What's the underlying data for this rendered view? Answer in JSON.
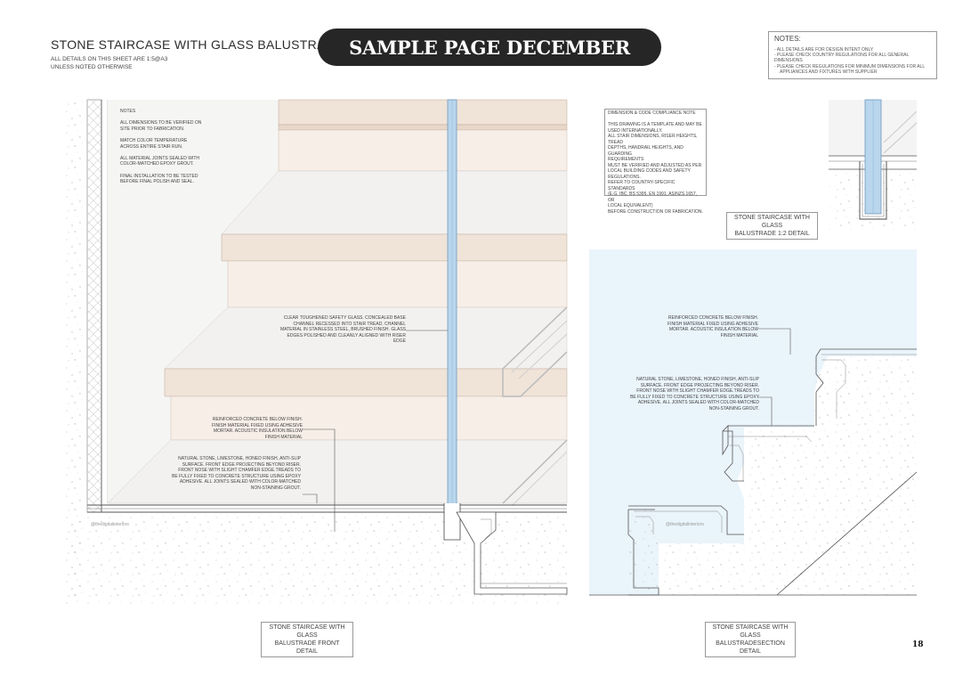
{
  "header": {
    "title": "STONE STAIRCASE WITH GLASS BALUSTRADE",
    "subtitle_lines": [
      "ALL DETAILS ON THIS SHEET ARE 1:5@A3",
      "UNLESS NOTED OTHERWISE"
    ],
    "banner": "SAMPLE PAGE DECEMBER"
  },
  "general_notes": {
    "title": "NOTES:",
    "lines": [
      "- ALL DETAILS ARE FOR DESIGN INTENT ONLY",
      "- PLEASE CHECK COUNTRY REGULATIONS FOR ALL GENERAL DIMENSIONS",
      "- PLEASE CHECK REGULATIONS FOR MINIMUM DIMENSIONS FOR ALL",
      "  APPLIANCES AND FIXTURES WITH SUPPLIER"
    ]
  },
  "front_detail": {
    "notes": "NOTES\n\nALL DIMENSIONS TO BE VERIFIED ON\nSITE PRIOR TO FABRICATION.\n\nMATCH COLOR TEMPERATURE\nACROSS ENTIRE STAIR RUN.\n\nALL MATERIAL JOINTS SEALED WITH\nCOLOR-MATCHED EPOXY GROUT.\n\nFINAL INSTALLATION TO BE TESTED\nBEFORE FINAL POLISH AND SEAL.",
    "glass_note": "CLEAR TOUGHENED SAFETY GLASS. CONCEALED BASE\nCHANNEL RECESSED INTO STAIR TREAD. CHANNEL\nMATERIAL IN STAINLESS STEEL, BRUSHED FINISH. GLASS\nEDGES POLISHED AND CLEANLY ALIGNED WITH RISER\nEDGE",
    "concrete_note": "REINFORCED CONCRETE BELOW FINISH.\nFINISH MATERIAL FIXED USING ADHESIVE\nMORTAR. ACOUSTIC INSULATION BELOW\nFINISH MATERIAL",
    "stone_note": "NATURAL STONE, LIMESTONE, HONED FINISH, ANTI-SLIP\nSURFACE. FRONT EDGE PROJECTING BEYOND RISER.\nFRONT NOSE WITH SLIGHT CHAMFER EDGE.TREADS TO\nBE FULLY FIXED TO CONCRETE STRUCTURE USING EPOXY\nADHESIVE. ALL JOINTS SEALED WITH COLOR-MATCHED\nNON-STAINING GROUT.",
    "watermark": "@thedigitalinteriors",
    "label": "STONE STAIRCASE WITH GLASS\nBALUSTRADE FRONT DETAIL"
  },
  "compliance_note": "DIMENSION & CODE COMPLIANCE NOTE\n\nTHIS DRAWING IS A TEMPLATE AND MAY BE\nUSED INTERNATIONALLY.\nALL STAIR DIMENSIONS, RISER HEIGHTS, TREAD\nDEPTHS, HANDRAIL HEIGHTS, AND GUARDING\nREQUIREMENTS\nMUST BE VERIFIED AND ADJUSTED AS PER\nLOCAL BUILDING CODES AND SAFETY\nREGULATIONS.\nREFER TO COUNTRY-SPECIFIC STANDARDS\n(E.G. IBC, BS 5395, EN 1991, AS/NZS 1657, OR\nLOCAL EQUIVALENT)\nBEFORE CONSTRUCTION OR FABRICATION.",
  "balustrade_detail": {
    "label": "STONE STAIRCASE WITH GLASS\nBALUSTRADE 1:2 DETAIL"
  },
  "section_detail": {
    "concrete_note": "REINFORCED CONCRETE BELOW FINISH.\nFINISH MATERIAL FIXED USING ADHESIVE\nMORTAR. ACOUSTIC INSULATION BELOW\nFINISH MATERIAL",
    "stone_note": "NATURAL STONE, LIMESTONE, HONED FINISH, ANTI-SLIP\nSURFACE. FRONT EDGE PROJECTING BEYOND RISER.\nFRONT NOSE WITH SLIGHT CHAMFER EDGE.TREADS TO\nBE FULLY FIXED TO CONCRETE STRUCTURE USING EPOXY\nADHESIVE. ALL JOINTS SEALED WITH COLOR-MATCHED\nNON-STAINING GROUT.",
    "watermark": "@thedigitalinteriors",
    "label": "STONE STAIRCASE WITH GLASS\nBALUSTRADESECTION DETAIL"
  },
  "page_number": "18",
  "colors": {
    "stone": "#f1e6dc",
    "stone_dark": "#e5d6c8",
    "glass": "#b9d6ec",
    "glass_edge": "#6e98bf",
    "section_bg": "#eaf4fb",
    "banner": "#262626",
    "line": "#555555"
  }
}
